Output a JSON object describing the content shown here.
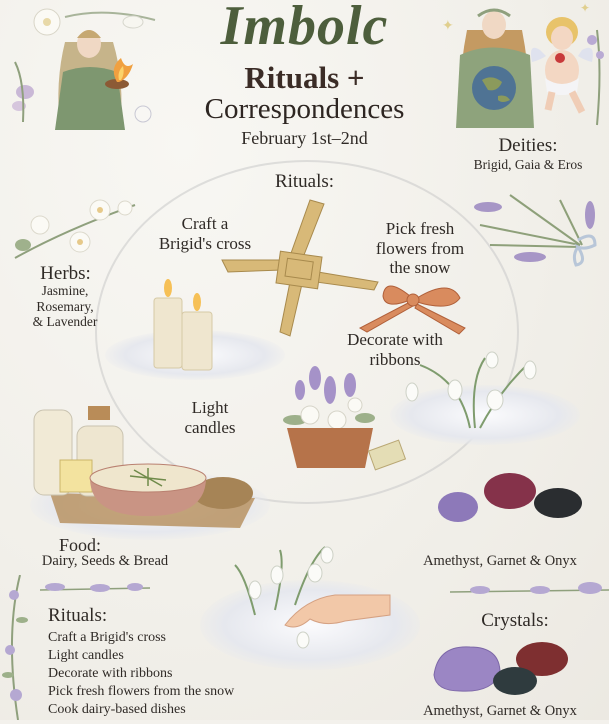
{
  "header": {
    "title": "Imbolc",
    "subtitle_line1": "Rituals +",
    "subtitle_line2": "Correspondences",
    "date": "February 1st–2nd"
  },
  "deities": {
    "heading": "Deities:",
    "value": "Brigid, Gaia & Eros"
  },
  "herbs": {
    "heading": "Herbs:",
    "lines": [
      "Jasmine,",
      "Rosemary,",
      "& Lavender"
    ]
  },
  "ritual_circle": {
    "heading": "Rituals:",
    "labels": {
      "cross": [
        "Craft a",
        "Brigid's cross"
      ],
      "flowers": [
        "Pick fresh",
        "flowers from",
        "the snow"
      ],
      "ribbons": [
        "Decorate with",
        "ribbons"
      ],
      "candles": [
        "Light",
        "candles"
      ]
    }
  },
  "food": {
    "heading": "Food:",
    "value": "Dairy, Seeds & Bread"
  },
  "crystals_caption_top": "Amethyst, Garnet & Onyx",
  "rituals_list": {
    "heading": "Rituals:",
    "items": [
      "Craft a Brigid's cross",
      "Light candles",
      "Decorate with ribbons",
      "Pick fresh flowers from the snow",
      "Cook dairy-based dishes"
    ]
  },
  "crystals": {
    "heading": "Crystals:",
    "value": "Amethyst, Garnet & Onyx"
  },
  "colors": {
    "title_green": "#4d5e3c",
    "text_dark": "#2f2a26",
    "paper": "#f3f1ec",
    "amethyst": "#8c74b0",
    "garnet": "#7a2e33",
    "onyx": "#2a2f33"
  }
}
